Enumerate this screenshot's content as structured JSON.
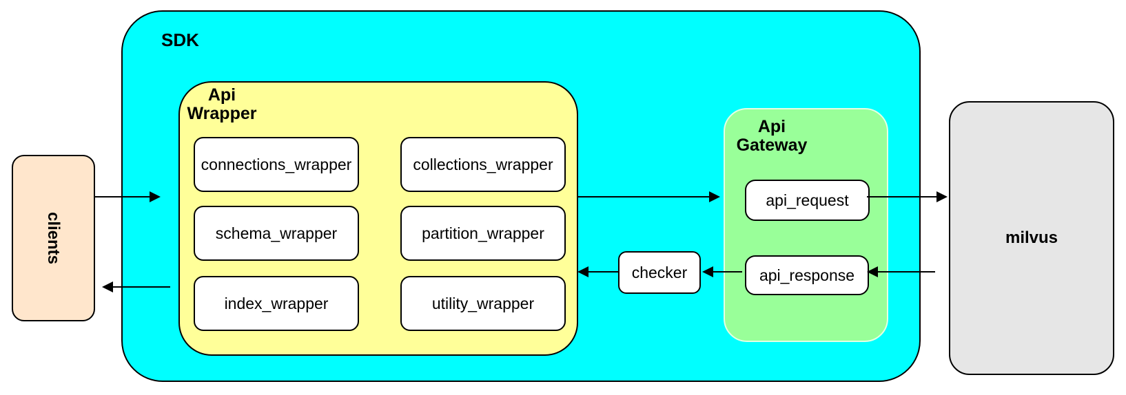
{
  "nodes": {
    "clients": {
      "label": "clients"
    },
    "sdk": {
      "label": "SDK"
    },
    "api_wrapper": {
      "label": "Api Wrapper",
      "boxes": [
        {
          "label": "connections_wrapper"
        },
        {
          "label": "collections_wrapper"
        },
        {
          "label": "schema_wrapper"
        },
        {
          "label": "partition_wrapper"
        },
        {
          "label": "index_wrapper"
        },
        {
          "label": "utility_wrapper"
        }
      ]
    },
    "checker": {
      "label": "checker"
    },
    "api_gateway": {
      "label": "Api Gateway",
      "boxes": [
        {
          "label": "api_request"
        },
        {
          "label": "api_response"
        }
      ]
    },
    "milvus": {
      "label": "milvus"
    }
  },
  "edges": [
    {
      "from": "clients",
      "to": "SDK"
    },
    {
      "from": "Api Wrapper",
      "to": "api_request"
    },
    {
      "from": "api_request",
      "to": "milvus"
    },
    {
      "from": "milvus",
      "to": "api_response"
    },
    {
      "from": "api_response",
      "to": "checker"
    },
    {
      "from": "checker",
      "to": "Api Wrapper"
    },
    {
      "from": "SDK",
      "to": "clients"
    }
  ],
  "colors": {
    "sdk_fill": "#00FFFF",
    "api_wrapper_fill": "#FFFF99",
    "api_gateway_fill": "#99FF99",
    "clients_fill": "#FFE6CC",
    "milvus_fill": "#E6E6E6",
    "box_fill": "#FFFFFF",
    "stroke": "#000000"
  }
}
